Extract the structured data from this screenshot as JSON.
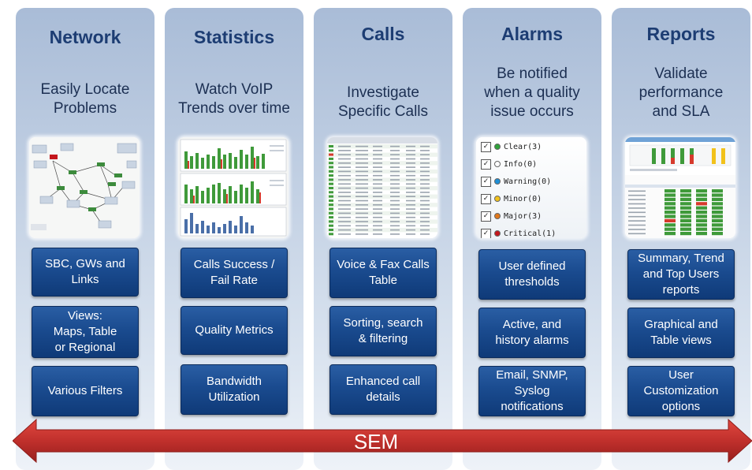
{
  "colors": {
    "title": "#1d3d73",
    "box": "#1a4b8f",
    "arrow": "#c0302c",
    "column": "#c3d1e4"
  },
  "columns": [
    {
      "title": "Network",
      "subtitle": [
        "Easily Locate",
        "Problems"
      ],
      "boxes": [
        [
          "SBC, GWs and",
          "Links"
        ],
        [
          "Views:",
          "Maps, Table",
          "or Regional"
        ],
        [
          "Various Filters"
        ]
      ]
    },
    {
      "title": "Statistics",
      "subtitle": [
        "Watch VoIP",
        "Trends over time"
      ],
      "boxes": [
        [
          "Calls Success /",
          "Fail Rate"
        ],
        [
          "Quality Metrics"
        ],
        [
          "Bandwidth",
          "Utilization"
        ]
      ]
    },
    {
      "title": "Calls",
      "subtitle": [
        "Investigate",
        "Specific Calls"
      ],
      "boxes": [
        [
          "Voice & Fax Calls",
          "Table"
        ],
        [
          "Sorting, search",
          "& filtering"
        ],
        [
          "Enhanced call",
          "details"
        ]
      ]
    },
    {
      "title": "Alarms",
      "subtitle": [
        "Be notified",
        "when a quality",
        "issue occurs"
      ],
      "boxes": [
        [
          "User defined",
          "thresholds"
        ],
        [
          "Active, and",
          "history alarms"
        ],
        [
          "Email, SNMP,",
          "Syslog",
          "notifications"
        ]
      ]
    },
    {
      "title": "Reports",
      "subtitle": [
        "Validate",
        "performance",
        "and SLA"
      ],
      "boxes": [
        [
          "Summary, Trend",
          "and Top Users",
          "reports"
        ],
        [
          "Graphical and",
          "Table views"
        ],
        [
          "User",
          "Customization",
          "options"
        ]
      ]
    }
  ],
  "alarm_items": [
    {
      "label": "Clear(3)",
      "color": "#2fa33a"
    },
    {
      "label": "Info(0)",
      "color": "#ffffff"
    },
    {
      "label": "Warning(0)",
      "color": "#1e8fd6"
    },
    {
      "label": "Minor(0)",
      "color": "#f2c21b"
    },
    {
      "label": "Major(3)",
      "color": "#e0781c"
    },
    {
      "label": "Critical(1)",
      "color": "#c4161c"
    }
  ],
  "checkmark": "✓",
  "arrow_label": "SEM"
}
